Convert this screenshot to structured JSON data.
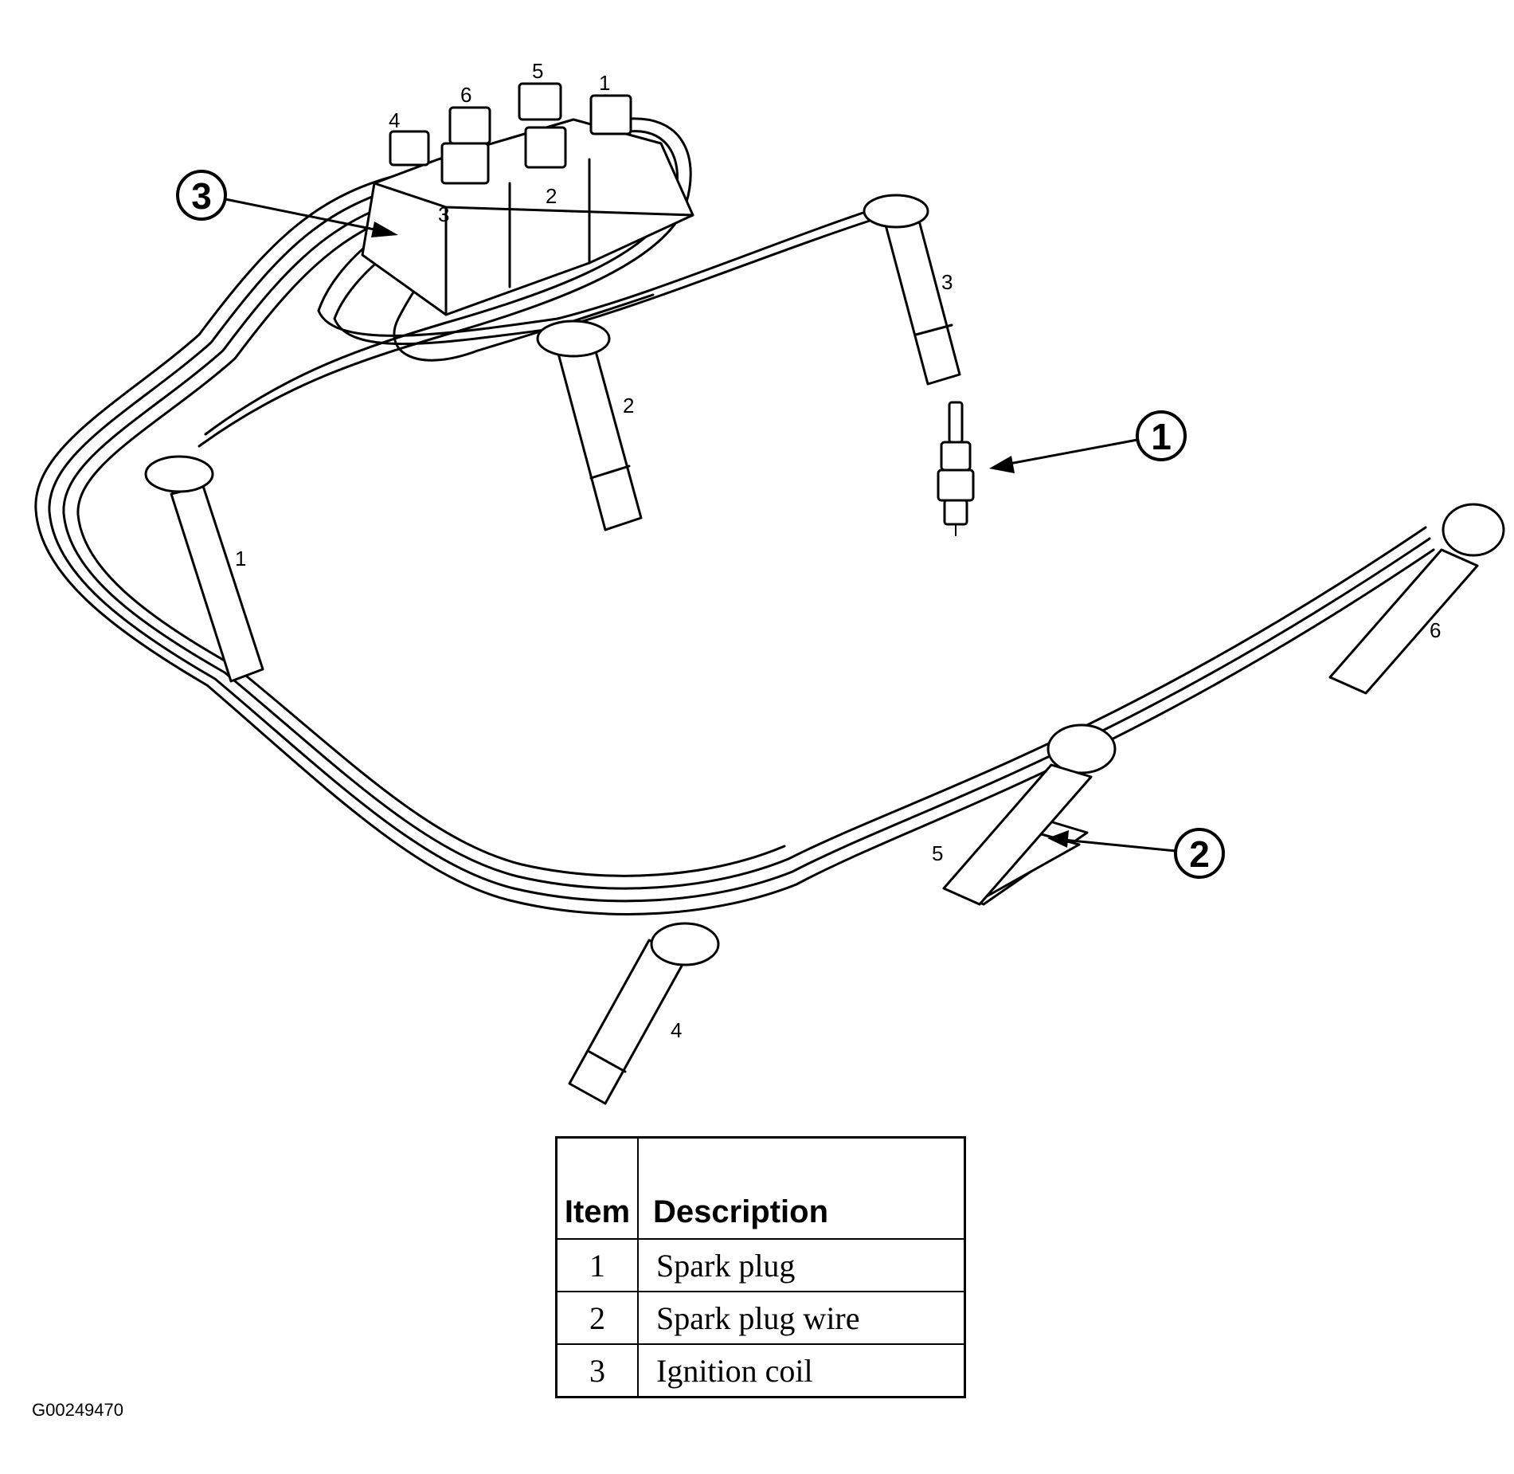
{
  "callouts": [
    "1",
    "2",
    "3"
  ],
  "coil_tower_labels": [
    "4",
    "6",
    "5",
    "1",
    "3",
    "2"
  ],
  "boot_labels": [
    "1",
    "2",
    "3",
    "4",
    "5",
    "6"
  ],
  "legend": {
    "headers": {
      "item": "Item",
      "description": "Description"
    },
    "rows": [
      {
        "item": "1",
        "description": "Spark plug"
      },
      {
        "item": "2",
        "description": "Spark plug wire"
      },
      {
        "item": "3",
        "description": "Ignition coil"
      }
    ]
  },
  "figure_id": "G00249470"
}
